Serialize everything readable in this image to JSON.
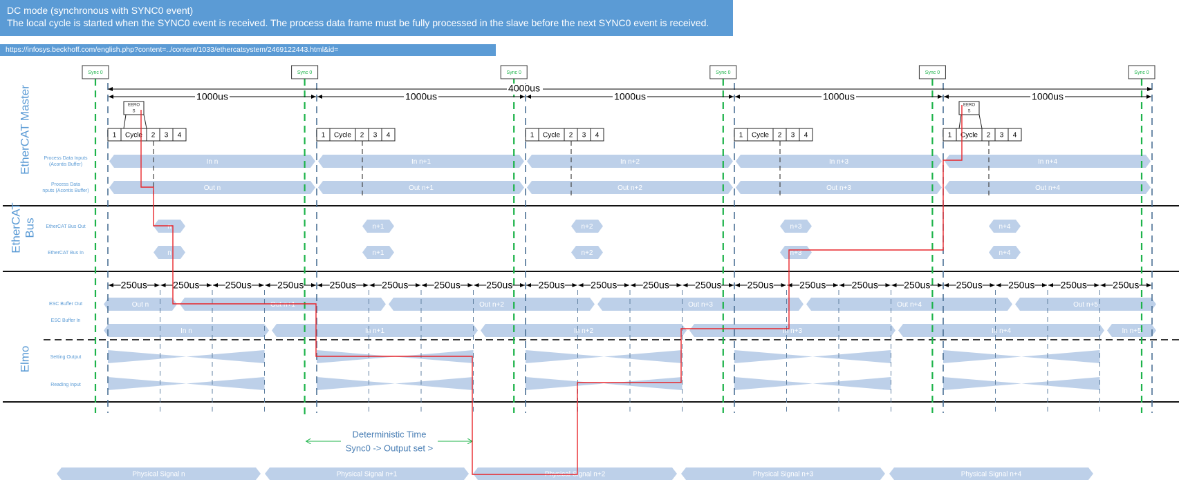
{
  "header": {
    "title": "DC mode (synchronous with SYNC0 event)",
    "description": "The local cycle is started when the SYNC0 event is received. The process data frame must be fully processed in the slave before the next SYNC0 event is received.",
    "url": "https://infosys.beckhoff.com/english.php?content=../content/1033/ethercatsystem/2469122443.html&id="
  },
  "sync_label": "Sync 0",
  "sections": {
    "master": "EtherCAT Master",
    "bus": [
      "EtherCAT",
      "Bus"
    ],
    "elmo": "Elmo"
  },
  "row_labels": {
    "pdi": [
      "Process Data Inputs",
      "(Acontis Buffer)"
    ],
    "pdo": [
      "Process Data",
      "nputs (Acontis Buffer)"
    ],
    "bus_out": "EtherCAT Bus Out",
    "bus_in": "EtherCAT Bus In",
    "esc_out": "ESC Buffer Out",
    "esc_in": "ESC Buffer In",
    "setting_output": "Setting Output",
    "reading_input": "Reading Input"
  },
  "durations": {
    "total": "4000us",
    "cycle": "1000us",
    "quarter": "250us"
  },
  "cycle_boxes": [
    "1",
    "Cycle",
    "2",
    "3",
    "4"
  ],
  "eeros": [
    "EERO",
    "S"
  ],
  "bands": {
    "pdi": [
      "In n",
      "In n+1",
      "In n+2",
      "In n+3",
      "In n+4"
    ],
    "pdo": [
      "Out n",
      "Out n+1",
      "Out n+2",
      "Out n+3",
      "Out n+4"
    ],
    "bus_out": [
      "n",
      "n+1",
      "n+2",
      "n+3",
      "n+4"
    ],
    "bus_in": [
      "n",
      "n+1",
      "n+2",
      "n+3",
      "n+4"
    ],
    "esc_out": [
      "Out n",
      "Out n+1",
      "Out n+2",
      "Out n+3",
      "Out n+4",
      "Out n+5"
    ],
    "esc_in": [
      "In n",
      "In n+1",
      "In n+2",
      "In n+3",
      "In n+4",
      "In n+5"
    ],
    "physical": [
      "Physical Signal n",
      "Physical Signal n+1",
      "Physical Signal n+2",
      "Physical Signal n+3",
      "Physical Signal n+4"
    ]
  },
  "deterministic": [
    "Deterministic Time",
    "Sync0 -> Output set >"
  ],
  "colors": {
    "header_bg": "#5B9BD5",
    "band": "#BDD0E9",
    "sync_line": "#1DB34A",
    "cycle_line": "#4A6F94",
    "signal_path": "#E8262B",
    "label": "#5B9BD5"
  }
}
